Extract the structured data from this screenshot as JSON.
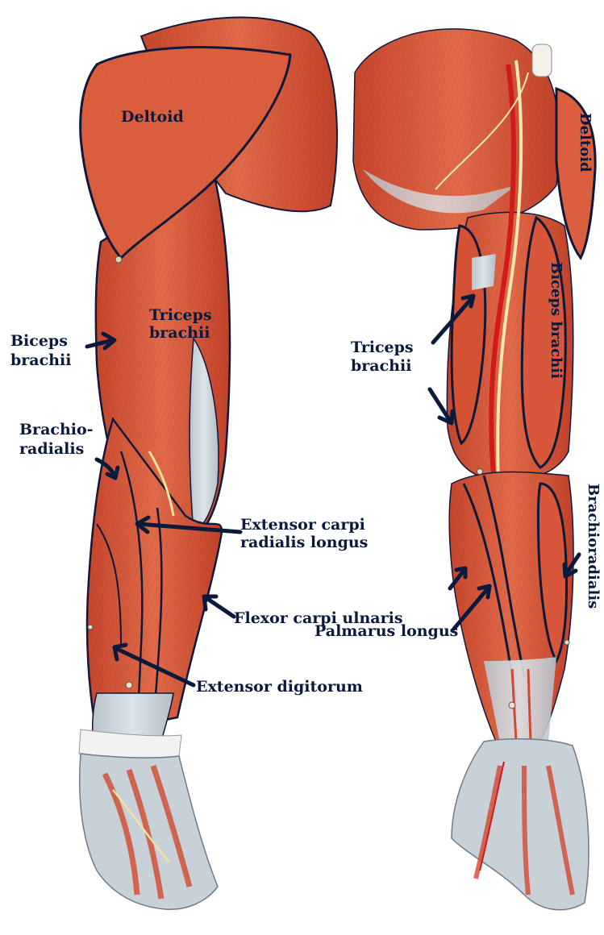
{
  "colors": {
    "muscle": "#d8553a",
    "muscle_dark": "#b53a24",
    "muscle_light": "#e9805e",
    "tendon": "#c9d3da",
    "outline": "#10183a",
    "label": "#0b1a3c",
    "artery": "#d11a1a",
    "nerve": "#f1e7b3"
  },
  "labels": {
    "deltoid_left": "Deltoid",
    "triceps_left_1": "Triceps",
    "triceps_left_2": "brachii",
    "biceps_left_1": "Biceps",
    "biceps_left_2": "brachii",
    "brachio_left_1": "Brachio-",
    "brachio_left_2": "radialis",
    "ecrl_1": "Extensor carpi",
    "ecrl_2": "radialis longus",
    "fcu": "Flexor carpi ulnaris",
    "ed": "Extensor digitorum",
    "deltoid_right": "Deltoid",
    "triceps_right_1": "Triceps",
    "triceps_right_2": "brachii",
    "biceps_right": "Biceps brachii",
    "brachio_right": "Brachioradialis",
    "palmarus": "Palmarus longus"
  },
  "icons": {
    "arrow": "pointer-arrow-icon"
  }
}
